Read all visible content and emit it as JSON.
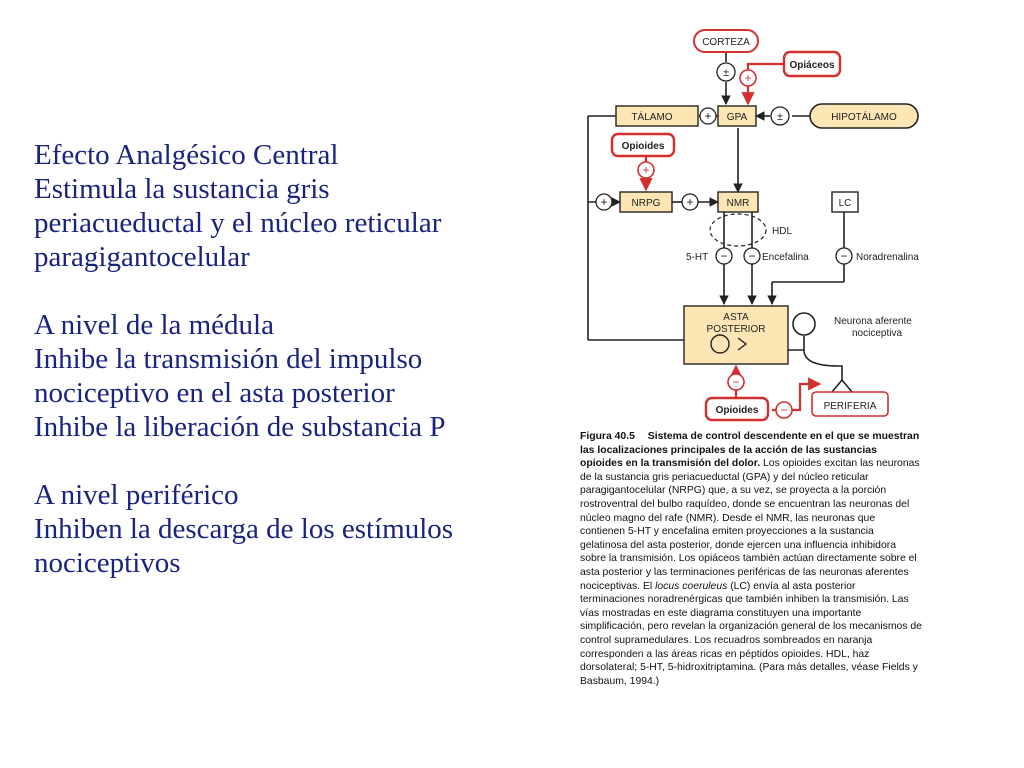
{
  "slide": {
    "title": "Efecto Analgésico Central",
    "central_lines": [
      "Estimula la sustancia gris",
      "periacueductal y el núcleo reticular",
      "paragigantocelular"
    ],
    "medula_heading": "A nivel de la médula",
    "medula_lines": [
      "Inhibe la transmisión del impulso",
      "nociceptivo en el asta posterior",
      "Inhibe la liberación de substancia P"
    ],
    "periferico_heading": "A nivel periférico",
    "periferico_lines": [
      "Inhiben la descarga de los estímulos",
      "nociceptivos"
    ]
  },
  "diagram": {
    "nodes": {
      "corteza": "CORTEZA",
      "opiaceos": "Opiáceos",
      "talamo": "TÁLAMO",
      "gpa": "GPA",
      "hipotalamo": "HIPOTÁLAMO",
      "opioides_top": "Opioides",
      "nrpg": "NRPG",
      "nmr": "NMR",
      "lc": "LC",
      "hdl": "HDL",
      "asta_line1": "ASTA",
      "asta_line2": "POSTERIOR",
      "opioides_bottom": "Opioides",
      "periferia": "PERIFERIA"
    },
    "pathway_labels": {
      "serotonin": "5-HT",
      "enkephalin": "Encefalina",
      "noradrenaline": "Noradrenalina",
      "afferent_line1": "Neurona aferente",
      "afferent_line2": "nociceptiva"
    },
    "signs": {
      "plus": "+",
      "minus": "−",
      "plus_minus": "±"
    },
    "colors": {
      "orange_fill": "#fde6b4",
      "red": "#d32f2f",
      "black": "#222222"
    }
  },
  "caption": {
    "label": "Figura 40.5",
    "bold_text": "Sistema de control descendente en el que se muestran las localizaciones principales de la acción de las sustancias opioides en la transmisión del dolor.",
    "text_before_italic": "Los opioides excitan las neuronas de la sustancia gris periacueductal (GPA) y del núcleo reticular paragigantocelular (NRPG) que, a su vez, se proyecta a la porción rostroventral del bulbo raquídeo, donde se encuentran las neuronas del núcleo magno del rafe (NMR). Desde el NMR, las neuronas que contienen 5-HT y encefalina emiten proyecciones a la sustancia gelatinosa del asta posterior, donde ejercen una influencia inhibidora sobre la transmisión. Los opiáceos también actúan directamente sobre el asta posterior y las terminaciones periféricas de las neuronas aferentes nociceptivas. El",
    "italic_text": "locus coeruleus",
    "text_after_italic": "(LC) envía al asta posterior terminaciones noradrenérgicas que también inhiben la transmisión. Las vías mostradas en este diagrama constituyen una importante simplificación, pero revelan la organización general de los mecanismos de control supramedulares. Los recuadros sombreados en naranja corresponden a las áreas ricas en péptidos opioides. HDL, haz dorsolateral; 5-HT, 5-hidroxitriptamina. (Para más detalles, véase Fields y Basbaum, 1994.)"
  }
}
